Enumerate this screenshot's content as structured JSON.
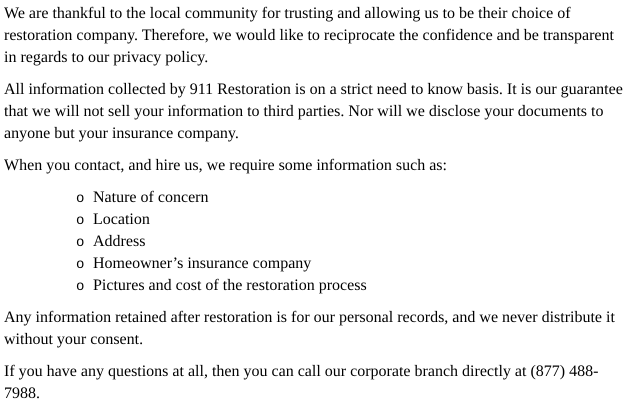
{
  "doc": {
    "colors": {
      "background": "#ffffff",
      "text": "#000000"
    },
    "paragraphs": [
      "We are thankful to the local community for trusting and allowing us to be their choice of restoration company. Therefore, we would like to reciprocate the confidence and be transparent in regards to our privacy policy.",
      "All information collected by 911 Restoration is on a strict need to know basis. It is our guarantee that we will not sell your information to third parties. Nor will we disclose your documents to anyone but your insurance company.",
      "When you contact, and hire us, we require some information such as:"
    ],
    "list": {
      "marker": "o",
      "items": [
        "Nature of concern",
        "Location",
        "Address",
        "Homeowner’s insurance company",
        "Pictures and cost of the restoration process"
      ]
    },
    "closing_paragraphs": [
      "Any information retained after restoration is for our personal records, and we never distribute it without your consent.",
      "If you have any questions at all, then you can call our corporate branch directly at (877) 488-7988."
    ]
  }
}
